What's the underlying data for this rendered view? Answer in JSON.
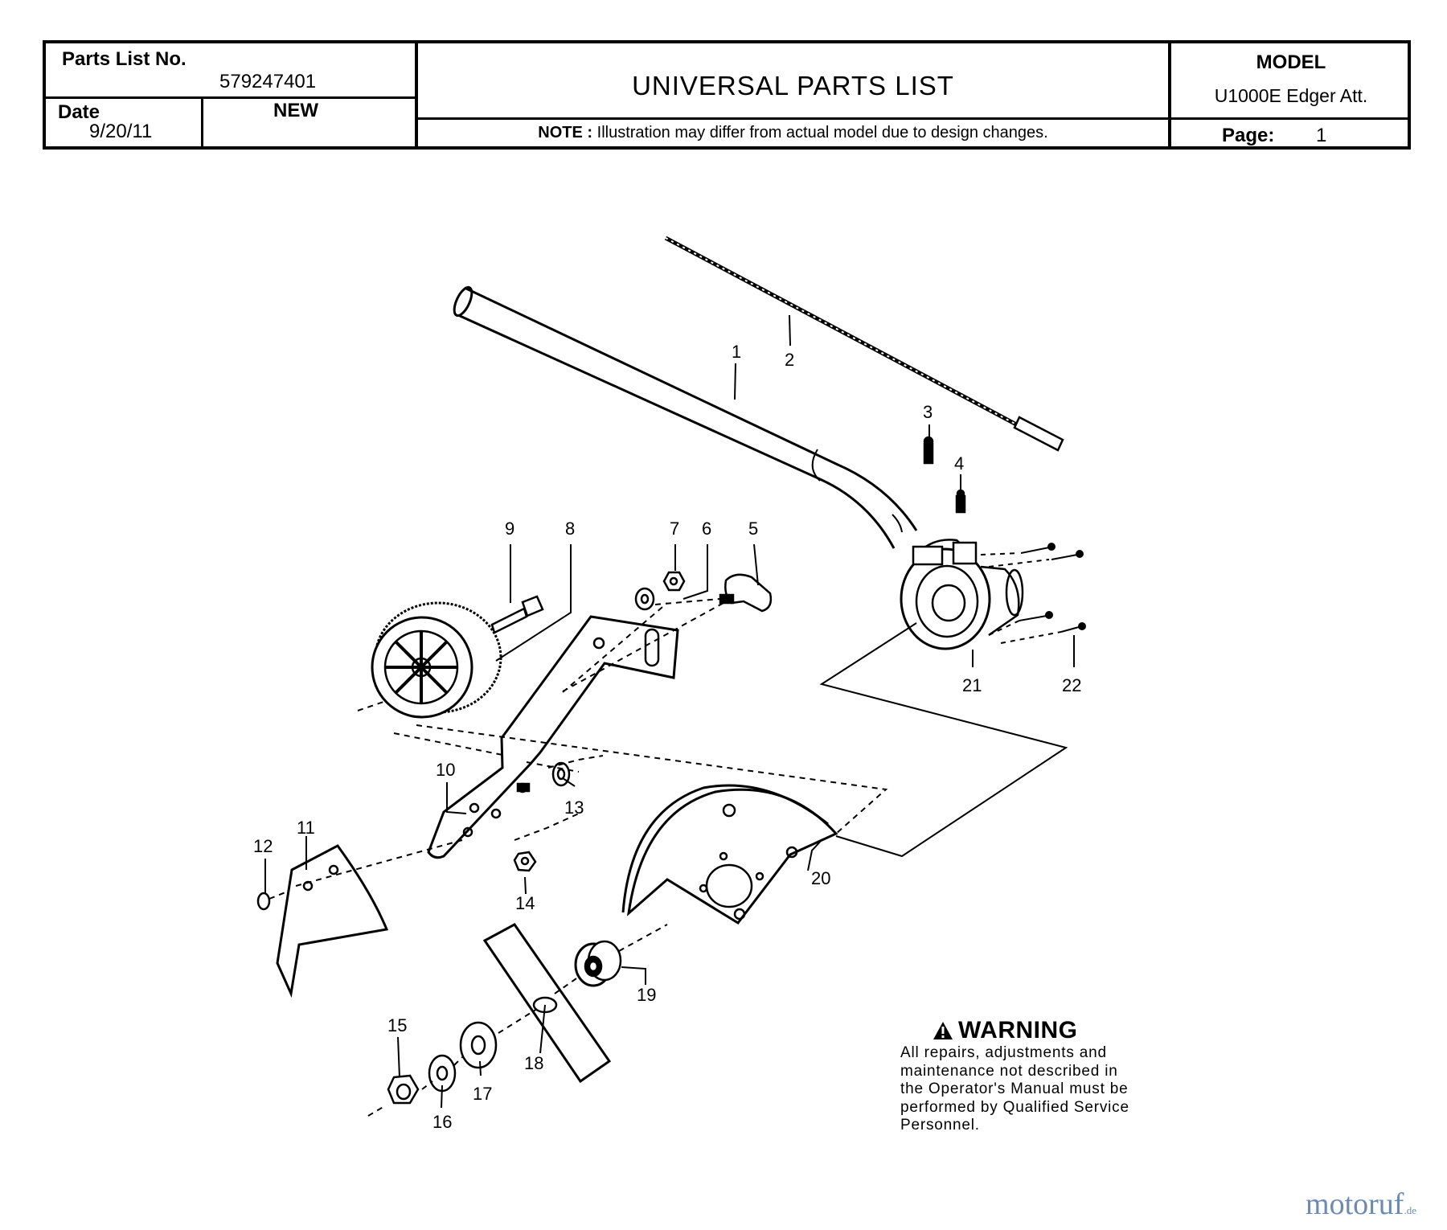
{
  "header": {
    "parts_list_label": "Parts List No.",
    "parts_list_no": "579247401",
    "date_label": "Date",
    "date": "9/20/11",
    "status": "NEW",
    "title": "UNIVERSAL PARTS LIST",
    "note_label": "NOTE :",
    "note_text": "Illustration may differ from actual model due to design changes.",
    "model_label": "MODEL",
    "model": "U1000E Edger Att.",
    "page_label": "Page:",
    "page": "1"
  },
  "callouts": [
    "1",
    "2",
    "3",
    "4",
    "5",
    "6",
    "7",
    "8",
    "9",
    "10",
    "11",
    "12",
    "13",
    "14",
    "15",
    "16",
    "17",
    "18",
    "19",
    "20",
    "21",
    "22"
  ],
  "warning": {
    "title": "WARNING",
    "text": "All repairs, adjustments and maintenance not described in the Operator's Manual must be performed by Qualified Service Personnel."
  },
  "watermark": {
    "main": "motoruf",
    "suffix": ".de"
  }
}
